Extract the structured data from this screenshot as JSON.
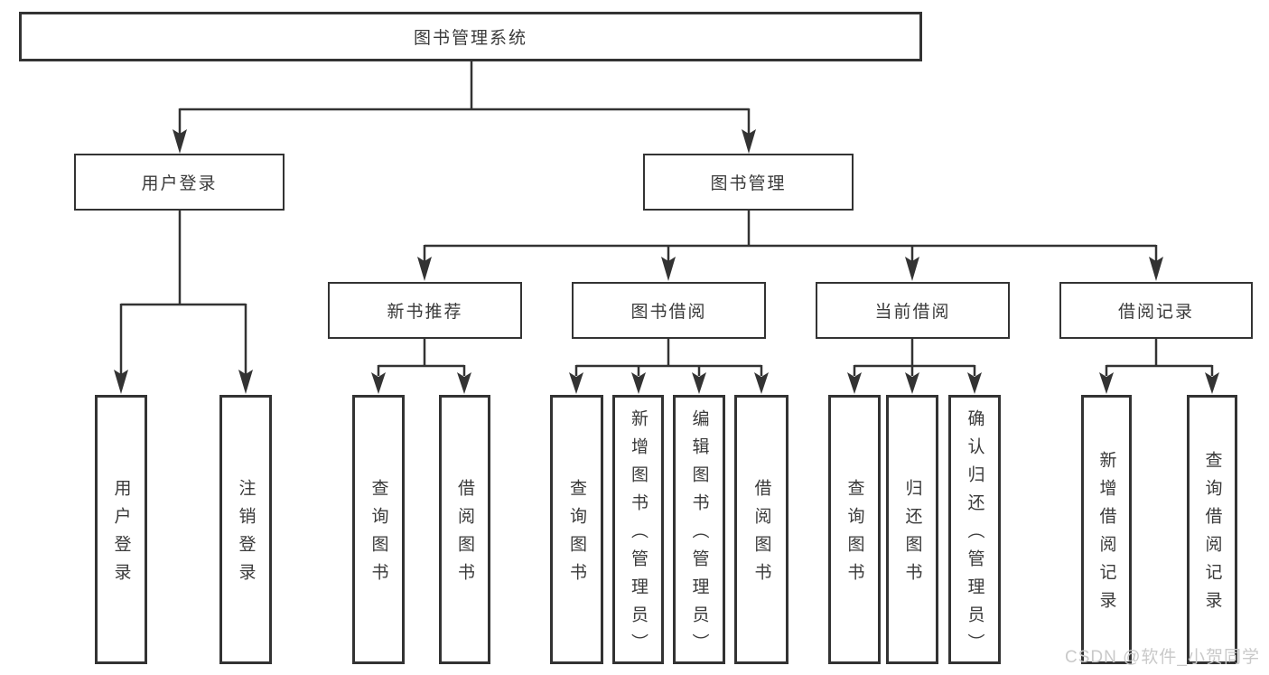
{
  "colors": {
    "line": "#333333",
    "box_border": "#333333",
    "box_background": "#ffffff",
    "text": "#3a3a3a",
    "watermark": "#c9c9c9",
    "page_background": "#ffffff"
  },
  "tree": {
    "root": "图书管理系统",
    "branches": [
      {
        "label": "用户登录",
        "leaves": [
          "用户登录",
          "注销登录"
        ]
      },
      {
        "label": "图书管理",
        "sections": [
          {
            "label": "新书推荐",
            "leaves": [
              "查询图书",
              "借阅图书"
            ]
          },
          {
            "label": "图书借阅",
            "leaves": [
              "查询图书",
              "新增图书（管理员）",
              "编辑图书（管理员）",
              "借阅图书"
            ]
          },
          {
            "label": "当前借阅",
            "leaves": [
              "查询图书",
              "归还图书",
              "确认归还（管理员）"
            ]
          },
          {
            "label": "借阅记录",
            "leaves": [
              "新增借阅记录",
              "查询借阅记录"
            ]
          }
        ]
      }
    ]
  },
  "watermark": "CSDN @软件_小贺同学"
}
